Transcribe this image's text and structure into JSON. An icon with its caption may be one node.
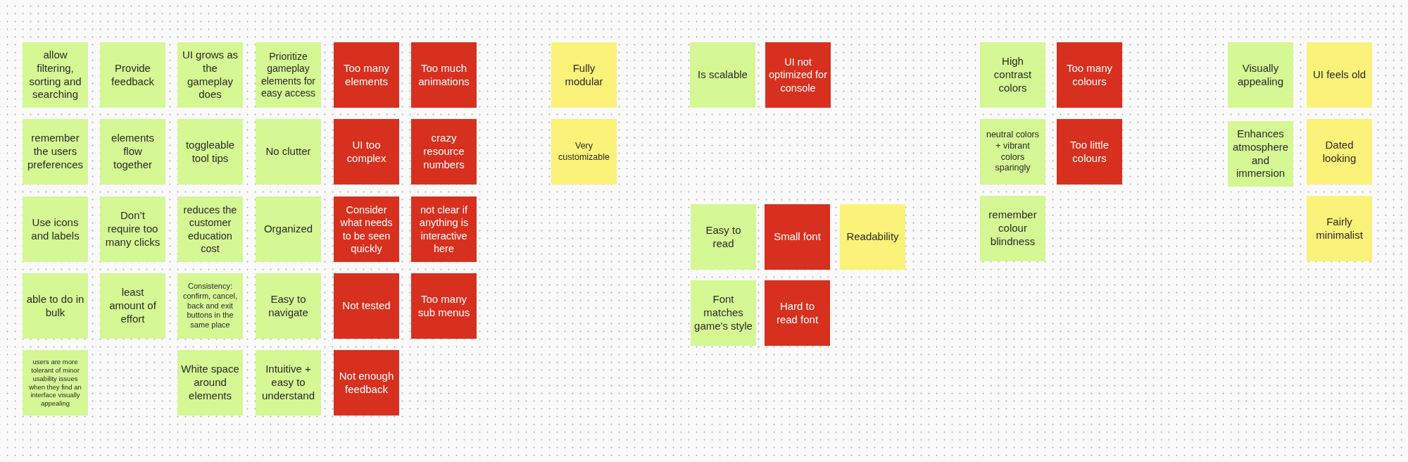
{
  "diagram": {
    "nodes": [
      {
        "text": [
          "allow filtering, sorting and searching"
        ]
      },
      {
        "text": [
          "Provide feedback"
        ]
      },
      {
        "text": [
          "UI grows as the gameplay does"
        ]
      },
      {
        "text": [
          "Prioritize gameplay elements for easy access"
        ]
      },
      {
        "text": [
          "Too many elements"
        ]
      },
      {
        "text": [
          "Too much animations"
        ]
      },
      {
        "text": [
          "remember the users preferences"
        ]
      },
      {
        "text": [
          "elements flow together"
        ]
      },
      {
        "text": [
          "toggleable tool tips"
        ]
      },
      {
        "text": [
          "No clutter"
        ]
      },
      {
        "text": [
          "UI too complex"
        ]
      },
      {
        "text": [
          "crazy resource numbers"
        ]
      },
      {
        "text": [
          "Use icons and labels"
        ]
      },
      {
        "text": [
          "Don’t require too many clicks"
        ]
      },
      {
        "text": [
          "reduces the customer education cost"
        ]
      },
      {
        "text": [
          "Organized"
        ]
      },
      {
        "text": [
          "Consider what needs to be seen quickly"
        ]
      },
      {
        "text": [
          "not clear if anything is interactive here"
        ]
      },
      {
        "text": [
          "able to do in bulk"
        ]
      },
      {
        "text": [
          "least amount of effort"
        ]
      },
      {
        "text": [
          "Consistency: confirm, cancel, back and exit buttons in the same place"
        ]
      },
      {
        "text": [
          "Easy to navigate"
        ]
      },
      {
        "text": [
          "Not tested"
        ]
      },
      {
        "text": [
          "Too many sub menus"
        ]
      },
      {
        "text": [
          "users are more tolerant of minor usability issues when they find an interface visually appealing"
        ]
      },
      {
        "text": [
          "White space around elements"
        ]
      },
      {
        "text": [
          "Intuitive + easy to understand"
        ]
      },
      {
        "text": [
          "Not enough feedback"
        ]
      },
      {
        "text": [
          "Fully modular"
        ]
      },
      {
        "text": [
          "Very customizable"
        ]
      },
      {
        "text": [
          "Is scalable"
        ]
      },
      {
        "text": [
          "UI not optimized for console"
        ]
      },
      {
        "text": [
          "Easy to read"
        ]
      },
      {
        "text": [
          "Small font"
        ]
      },
      {
        "text": [
          "Readability"
        ]
      },
      {
        "text": [
          "Font matches game's style"
        ]
      },
      {
        "text": [
          "Hard to read font"
        ]
      },
      {
        "text": [
          "High contrast colors"
        ]
      },
      {
        "text": [
          "Too many colours"
        ]
      },
      {
        "text": [
          "neutral colors + vibrant colors sparingly"
        ]
      },
      {
        "text": [
          "Too little colours"
        ]
      },
      {
        "text": [
          "remember colour blindness"
        ]
      },
      {
        "text": [
          "Visually appealing"
        ]
      },
      {
        "text": [
          "UI feels old"
        ]
      },
      {
        "text": [
          "Enhances atmosphere and immersion"
        ]
      },
      {
        "text": [
          "Dated looking"
        ]
      },
      {
        "text": [
          "Fairly minimalist"
        ]
      }
    ]
  }
}
